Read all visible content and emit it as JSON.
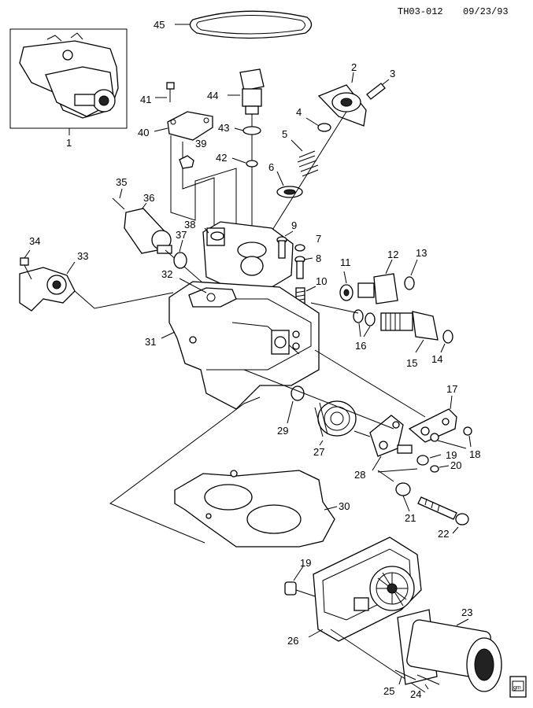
{
  "header": {
    "code": "TH03-012",
    "date": "09/23/93"
  },
  "callouts": [
    "1",
    "2",
    "3",
    "4",
    "5",
    "6",
    "7",
    "8",
    "9",
    "10",
    "11",
    "12",
    "13",
    "14",
    "15",
    "16",
    "17",
    "18",
    "19",
    "20",
    "21",
    "22",
    "23",
    "24",
    "25",
    "26",
    "27",
    "28",
    "29",
    "30",
    "31",
    "32",
    "33",
    "34",
    "35",
    "36",
    "37",
    "38",
    "39",
    "40",
    "41",
    "42",
    "43",
    "44",
    "45",
    "19"
  ],
  "icon": {
    "name": "gm-parts-logo-icon"
  }
}
